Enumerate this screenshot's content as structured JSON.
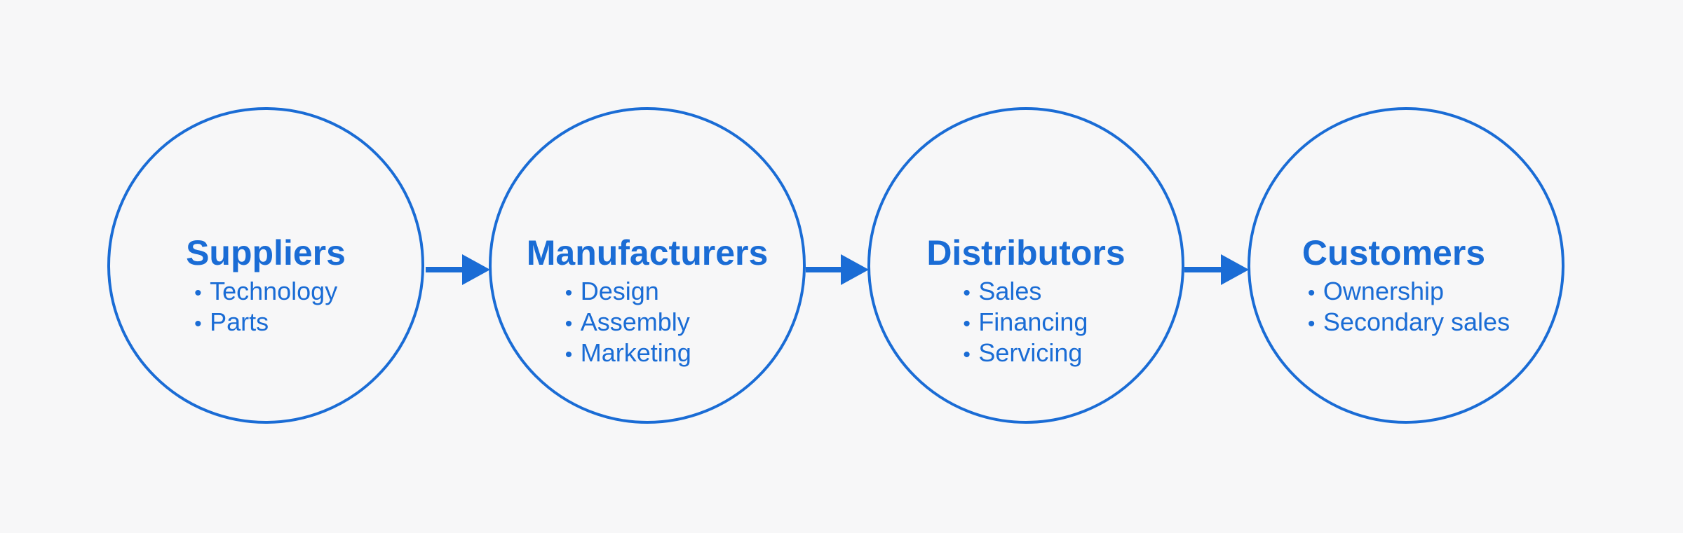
{
  "stages": [
    {
      "title": "Suppliers",
      "items": [
        "Technology",
        "Parts"
      ]
    },
    {
      "title": "Manufacturers",
      "items": [
        "Design",
        "Assembly",
        "Marketing"
      ]
    },
    {
      "title": "Distributors",
      "items": [
        "Sales",
        "Financing",
        "Servicing"
      ]
    },
    {
      "title": "Customers",
      "items": [
        "Ownership",
        "Secondary sales"
      ]
    }
  ],
  "bullet_symbol": "•",
  "colors": {
    "accent": "#1a6cd5",
    "background": "#f7f7f8"
  }
}
